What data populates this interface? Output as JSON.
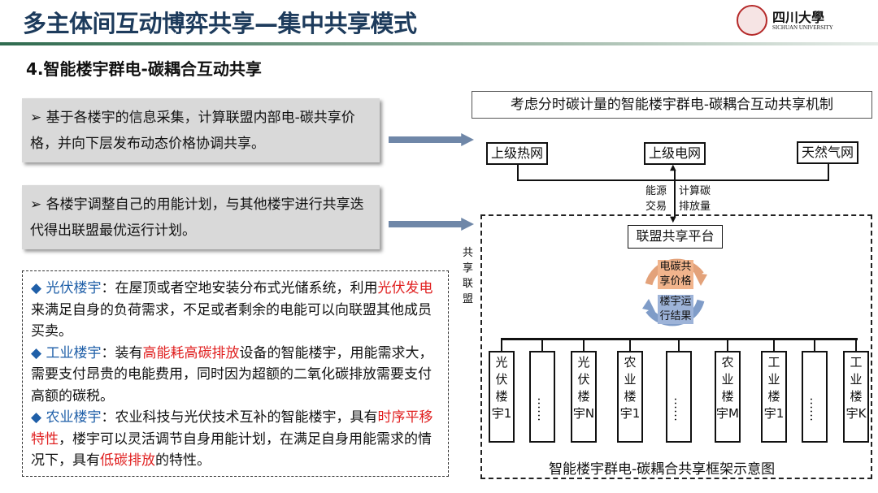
{
  "header": {
    "title": "多主体间互动博弈共享—集中共享模式",
    "university_cn": "四川大學",
    "university_en": "SICHUAN UNIVERSITY",
    "subtitle": "4.智能楼宇群电-碳耦合互动共享"
  },
  "left": {
    "box1": "基于各楼宇的信息采集，计算联盟内部电-碳共享价格，并向下层发布动态价格协调共享。",
    "box2": "各楼宇调整自己的用能计划，与其他楼宇进行共享迭代得出联盟最优运行计划。",
    "bullet_icon": "diamond-icon",
    "items": [
      {
        "name": "光伏楼宇",
        "p1": "：在屋顶或者空地安装分布式光储系统，利用",
        "hl": "光伏发电",
        "p2": "来满足自身的负荷需求，不足或者剩余的电能可以向联盟其他成员买卖。"
      },
      {
        "name": "工业楼宇",
        "p1": "：装有",
        "hl": "高能耗高碳排放",
        "p2": "设备的智能楼宇，用能需求大，需要支付昂贵的电能费用，同时因为超额的二氧化碳排放需要支付高额的碳税。"
      },
      {
        "name": "农业楼宇",
        "p1": "：农业科技与光伏技术互补的智能楼宇，具有",
        "hl": "时序平移特性",
        "p2": "，楼宇可以灵活调节自身用能计划，在满足自身用能需求的情况下，具有",
        "hl2": "低碳排放",
        "p3": "的特性。"
      }
    ]
  },
  "diagram": {
    "title": "考虑分时碳计量的智能楼宇群电-碳耦合互动共享机制",
    "heat": "上级热网",
    "grid": "上级电网",
    "gas": "天然气网",
    "label_left": "能源交易",
    "label_right": "计算碳排放量",
    "platform": "联盟共享平台",
    "alliance": "共享联盟",
    "price": "电碳共享价格",
    "result": "楼宇运行结果",
    "buildings": [
      "光伏楼宇1",
      "……",
      "光伏楼宇N",
      "农业楼宇1",
      "……",
      "农业楼宇M",
      "工业楼宇1",
      "……",
      "工业楼宇K"
    ],
    "caption": "智能楼宇群电-碳耦合共享框架示意图"
  }
}
